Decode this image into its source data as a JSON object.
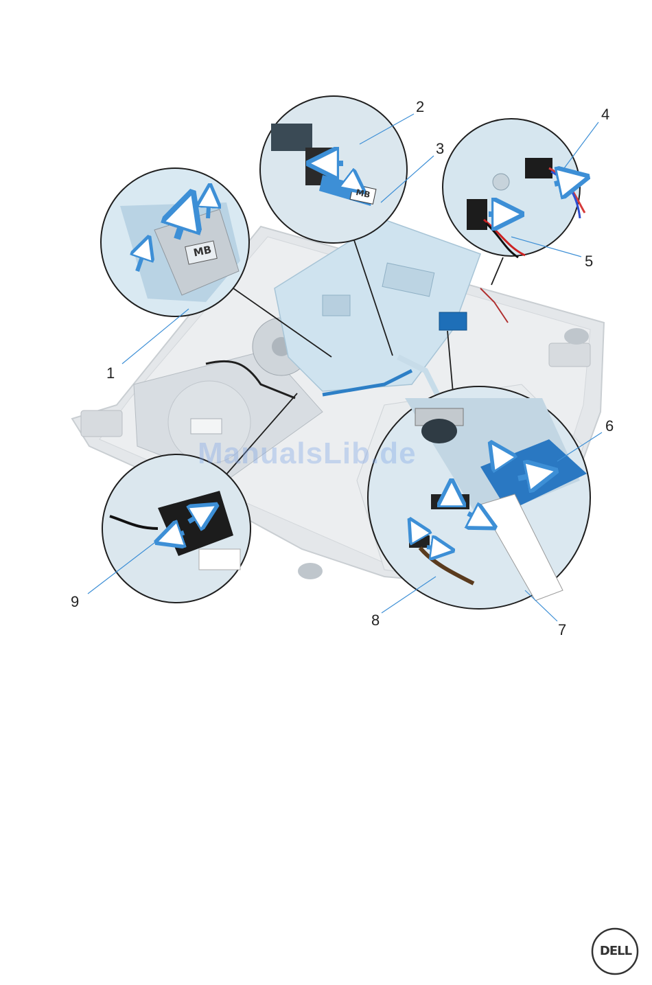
{
  "callouts": [
    {
      "id": "1",
      "label": "1"
    },
    {
      "id": "2",
      "label": "2"
    },
    {
      "id": "3",
      "label": "3"
    },
    {
      "id": "4",
      "label": "4"
    },
    {
      "id": "5",
      "label": "5"
    },
    {
      "id": "6",
      "label": "6"
    },
    {
      "id": "7",
      "label": "7"
    },
    {
      "id": "8",
      "label": "8"
    },
    {
      "id": "9",
      "label": "9"
    }
  ],
  "cable_tags": {
    "mb": "MB"
  },
  "watermark": "ManualsLib.de",
  "logo": {
    "text": "DELL",
    "name": "dell-logo"
  },
  "colors": {
    "accent_blue": "#3d8fd6",
    "board_blue": "#cfe3ef",
    "chassis": "#e2e5e8",
    "line": "#1f1f1f"
  }
}
